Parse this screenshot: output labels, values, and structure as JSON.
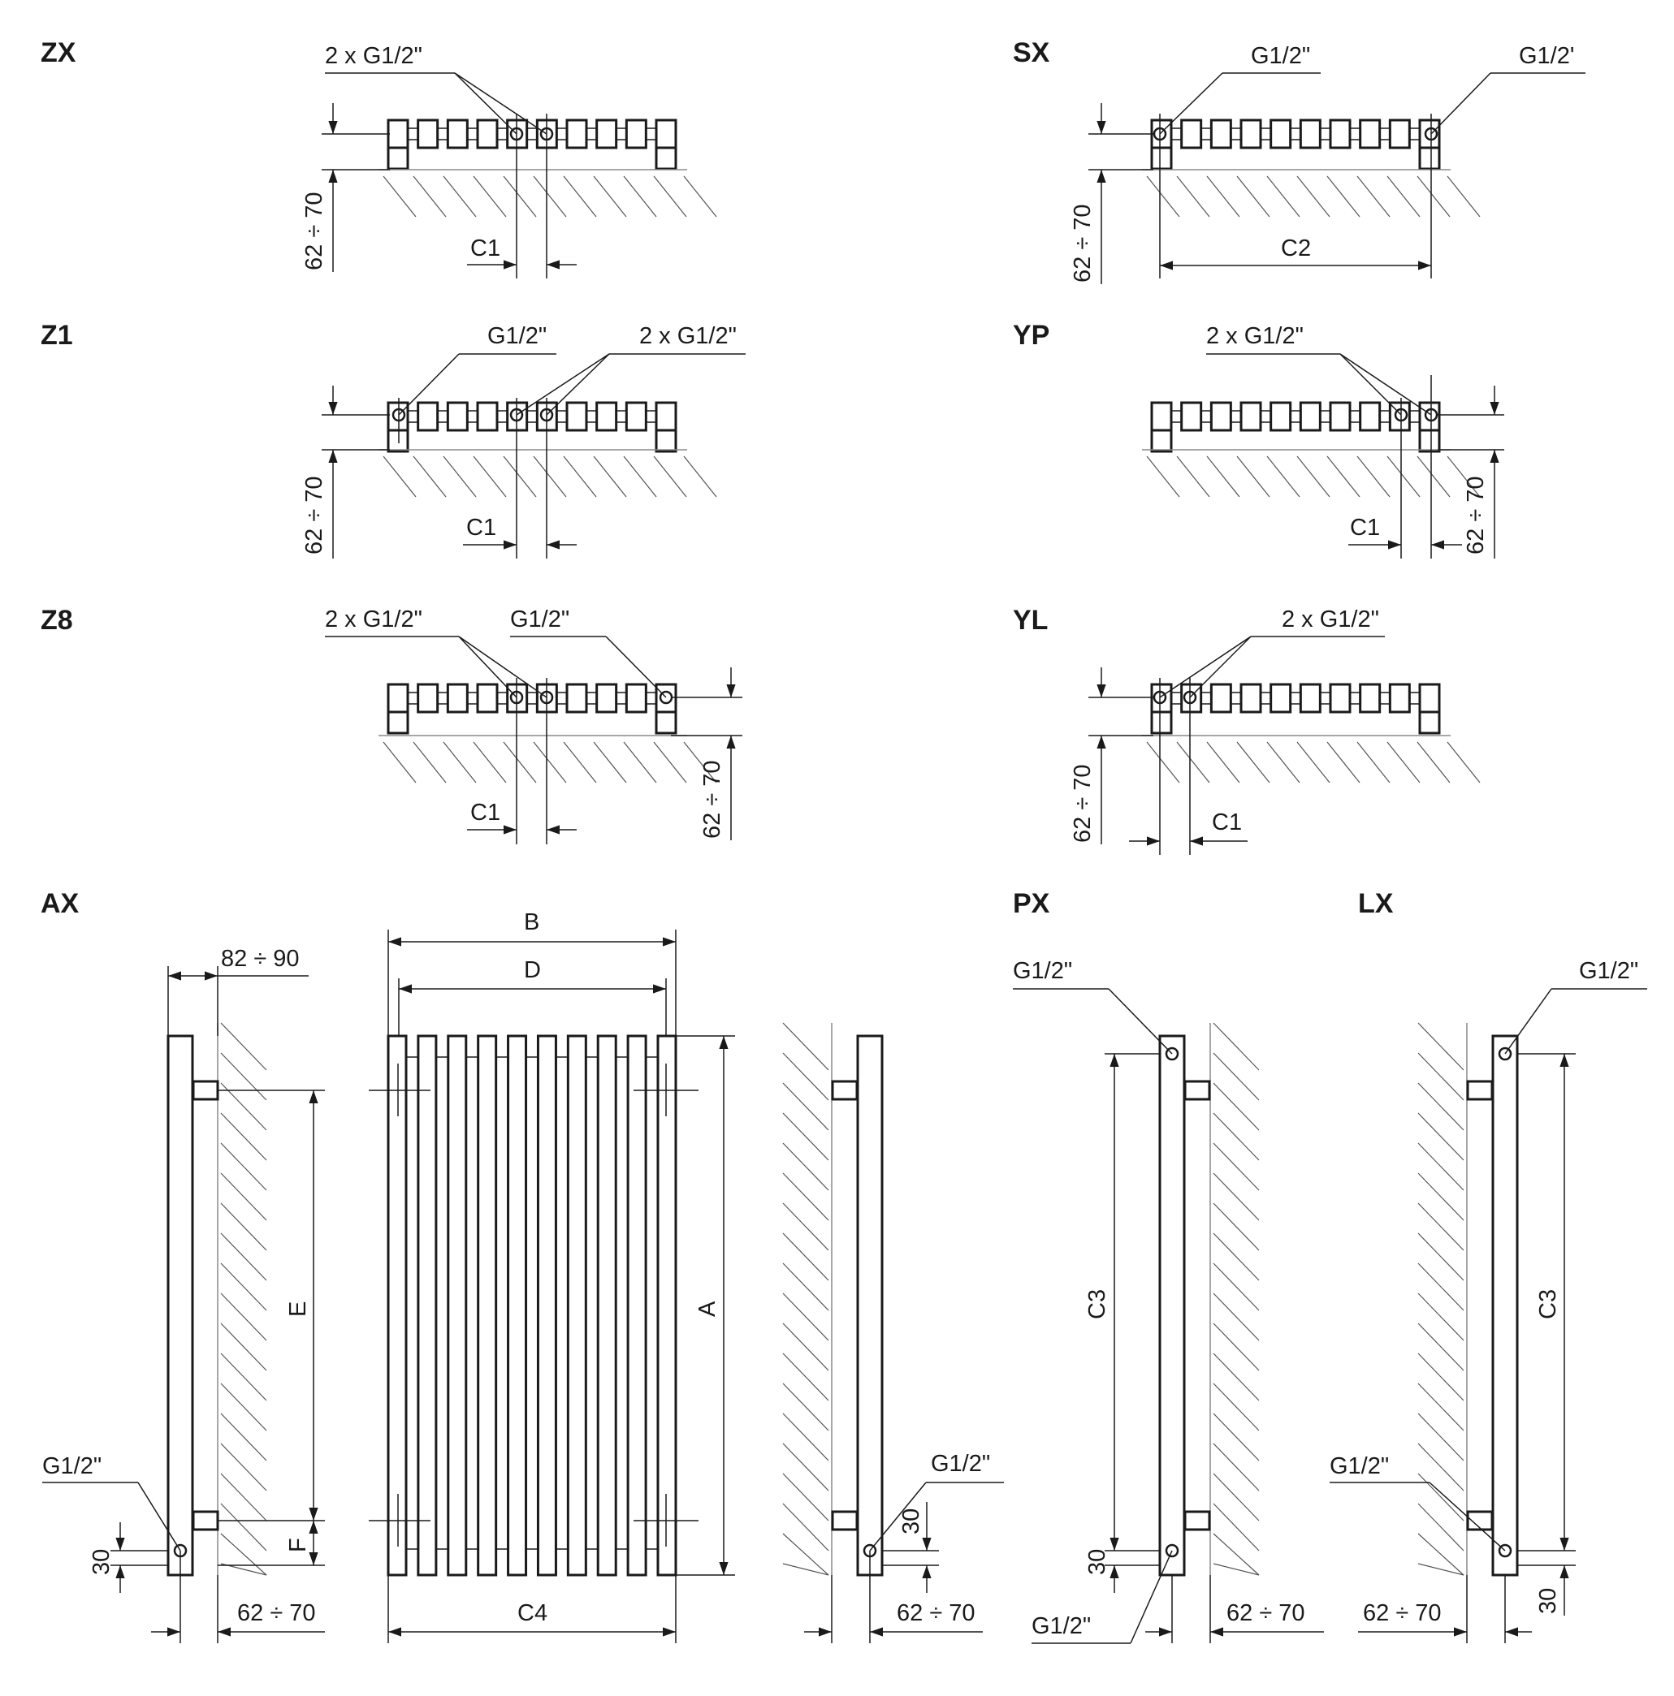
{
  "views": {
    "zx": {
      "code": "ZX",
      "conn": "2 x G1/2\"",
      "c1": "C1",
      "height": "62 ÷ 70"
    },
    "sx": {
      "code": "SX",
      "conn_left": "G1/2\"",
      "conn_right": "G1/2'",
      "c2": "C2",
      "height": "62 ÷ 70"
    },
    "z1": {
      "code": "Z1",
      "conn_single": "G1/2\"",
      "conn_double": "2 x G1/2\"",
      "c1": "C1",
      "height": "62 ÷ 70"
    },
    "yp": {
      "code": "YP",
      "conn": "2 x G1/2\"",
      "c1": "C1",
      "height": "62 ÷ 70"
    },
    "z8": {
      "code": "Z8",
      "conn_double": "2 x G1/2\"",
      "conn_single": "G1/2\"",
      "c1": "C1",
      "height": "62 ÷ 70"
    },
    "yl": {
      "code": "YL",
      "conn": "2 x G1/2\"",
      "c1": "C1",
      "height": "62 ÷ 70"
    },
    "ax": {
      "code": "AX",
      "depth": "82 ÷ 90",
      "e": "E",
      "f": "F",
      "thirty": "30",
      "conn": "G1/2\"",
      "wall": "62 ÷ 70",
      "b": "B",
      "d": "D",
      "a": "A",
      "c4": "C4",
      "side_conn": "G1/2\"",
      "side_thirty": "30",
      "side_wall": "62 ÷ 70"
    },
    "px": {
      "code": "PX",
      "conn_top": "G1/2\"",
      "c3": "C3",
      "thirty": "30",
      "conn_bottom": "G1/2\"",
      "wall": "62 ÷ 70"
    },
    "lx": {
      "code": "LX",
      "conn_top": "G1/2\"",
      "c3": "C3",
      "conn_bottom": "G1/2\"",
      "wall": "62 ÷ 70",
      "thirty": "30"
    }
  }
}
